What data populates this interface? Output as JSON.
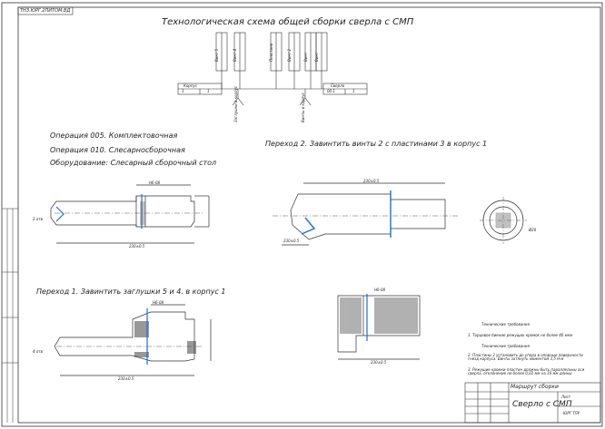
{
  "corner_tag": "ТНЗ.ЮРГ.2ПИТОМ.ВД",
  "title": "Технологическая схема общей сборки сверла с СМП",
  "scheme": {
    "parts_left": [
      "Винт 5",
      "Винт 4"
    ],
    "parts_mid": [
      "Пластина",
      "Винт 2"
    ],
    "parts_right": [
      "Винт",
      "Винт"
    ],
    "base_label": "Корпус",
    "base_qty": [
      "1",
      "1"
    ],
    "final_label": "Сверло",
    "final_qty": [
      "00.1",
      "1"
    ],
    "sub_left": "Заглушки в корпус",
    "sub_right": "Винты в корпус"
  },
  "operations": {
    "op005": "Операция 005. Комплектовочная",
    "op010": "Операция 010. Слесарносборочная",
    "equipment": "Оборудование: Слесарный сборочный стол",
    "transition1": "Переход 1. Завинтить заглушки 5 и 4. в корпус 1",
    "transition2": "Переход 2. Завинтить винты 2 с пластинами 3 в корпус 1"
  },
  "dimensions": {
    "d1": "230±0.5",
    "d2": "230±0.5",
    "d3": "230±0.5",
    "d4": "230±0.5",
    "d5": "230±0.5",
    "d6": "Н6-08",
    "d7": "Н6-08",
    "d8": "Н6-08",
    "d9": "4 отв",
    "d10": "2 отв",
    "d11": "Ø20"
  },
  "notes": {
    "req_title": "Технические требования",
    "req1": "1. Торцевое биение режущих кромок не более 40 мкм",
    "req_sub": "Технические требования",
    "req2": "2. Пластины 3 установить до упора в опорные поверхности гнезд корпуса. Винты затянуть моментом 3,5 Н·м",
    "req3": "3. Режущие кромки пластин должны быть параллельны оси сверла, отклонение не более 0,02 мм на 10 мм длины"
  },
  "titleblock": {
    "section": "Маршрут сборки",
    "name": "Сверло с СМП",
    "sheet": "Лист",
    "org": "ЮРГ ТПУ"
  },
  "colors": {
    "line": "#333333",
    "accent": "#1f6fd1",
    "hatch": "#555555"
  }
}
